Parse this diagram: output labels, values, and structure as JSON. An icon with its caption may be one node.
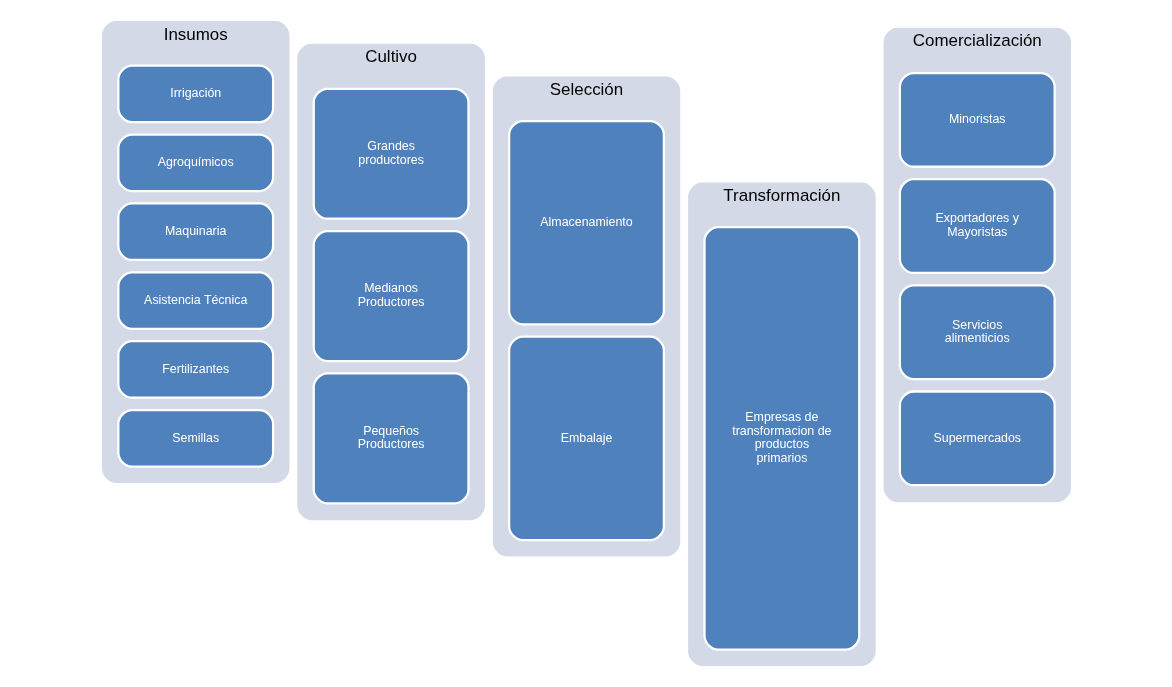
{
  "diagram": {
    "nodes": [
      {
        "text": [
          "Insumos"
        ]
      },
      {
        "text": [
          "Semillas"
        ],
        "in": 0
      },
      {
        "text": [
          "Fertilizantes"
        ],
        "in": 0
      },
      {
        "text": [
          "Asistencia Técnica"
        ],
        "in": 0
      },
      {
        "text": [
          "Maquinaria"
        ],
        "in": 0
      },
      {
        "text": [
          "Agroquímicos"
        ],
        "in": 0
      },
      {
        "text": [
          "Irrigación"
        ],
        "in": 0
      },
      {
        "text": [
          "Cultivo"
        ]
      },
      {
        "text": [
          "Pequeños Productores"
        ],
        "in": 7
      },
      {
        "text": [
          "Medianos Productores"
        ],
        "in": 7
      },
      {
        "text": [
          "Grandes productores"
        ],
        "in": 7
      },
      {
        "text": [
          "Selección"
        ]
      },
      {
        "text": [
          "Embalaje"
        ],
        "in": 11
      },
      {
        "text": [
          "Almacenamiento"
        ],
        "in": 11
      },
      {
        "text": [
          "Transformación"
        ]
      },
      {
        "text": [
          "Empresas de transformacion de productos primarios"
        ],
        "in": 14
      },
      {
        "text": [
          "Comercialización"
        ]
      },
      {
        "text": [
          "Supermercados"
        ],
        "in": 16
      },
      {
        "text": [
          "Servicios alimenticios"
        ],
        "in": 16
      },
      {
        "text": [
          "Exportadores y Mayoristas"
        ],
        "in": 16
      },
      {
        "text": [
          "Minoristas"
        ],
        "in": 16
      }
    ],
    "edges": []
  }
}
